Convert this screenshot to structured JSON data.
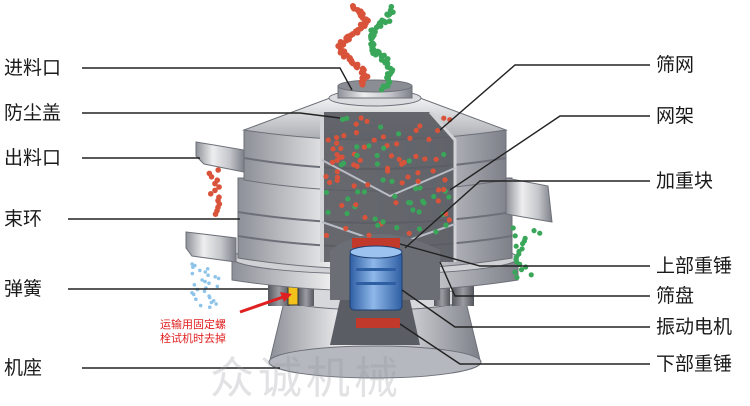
{
  "labels_left": {
    "inlet": "进料口",
    "dust_cover": "防尘盖",
    "outlet": "出料口",
    "clamp_ring": "束环",
    "spring": "弹簧",
    "base": "机座"
  },
  "labels_right": {
    "screen_mesh": "筛网",
    "mesh_frame": "网架",
    "weight_block": "加重块",
    "upper_weight": "上部重锤",
    "screen_tray": "筛盘",
    "vibration_motor": "振动电机",
    "lower_weight": "下部重锤"
  },
  "note": {
    "line1": "运输用固定螺",
    "line2": "栓试机时去掉"
  },
  "watermark": "众诚机械",
  "colors": {
    "metal_light": "#e6e6e8",
    "metal_mid": "#b9bcc2",
    "metal_dark": "#7d8088",
    "interior": "#4a4a50",
    "particle_red": "#d9533a",
    "particle_green": "#3aa65a",
    "particle_blue": "#8fc4ea",
    "motor_blue": "#4a7fc4",
    "note_red": "#e02020",
    "leader": "#222222"
  }
}
